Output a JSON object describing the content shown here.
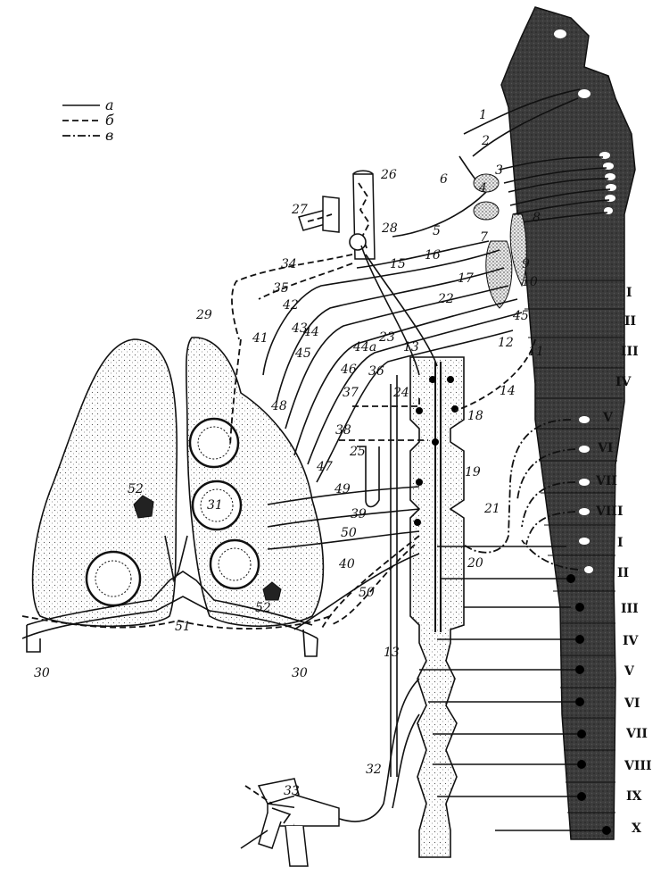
{
  "legend": [
    {
      "key": "a",
      "label": "а",
      "style": "solid"
    },
    {
      "key": "b",
      "label": "б",
      "style": "dashed"
    },
    {
      "key": "c",
      "label": "в",
      "style": "dash-dot"
    }
  ],
  "labels": {
    "n1": "1",
    "n2": "2",
    "n3": "3",
    "n4": "4",
    "n5": "5",
    "n6": "6",
    "n7": "7",
    "n8": "8",
    "n9": "9",
    "n10": "10",
    "n11": "11",
    "n12": "12",
    "n13": "13",
    "n13b": "13",
    "n14": "14",
    "n15": "15",
    "n16": "16",
    "n17": "17",
    "n18": "18",
    "n19": "19",
    "n20": "20",
    "n21": "21",
    "n22": "22",
    "n23": "23",
    "n24": "24",
    "n25": "25",
    "n26": "26",
    "n27": "27",
    "n28": "28",
    "n29": "29",
    "n30l": "30",
    "n30r": "30",
    "n31": "31",
    "n32": "32",
    "n33": "33",
    "n34": "34",
    "n35": "35",
    "n36": "36",
    "n37": "37",
    "n38": "38",
    "n39": "39",
    "n40": "40",
    "n41": "41",
    "n42": "42",
    "n43": "43",
    "n44": "44",
    "n44a": "44а",
    "n45": "45",
    "n45b": "45",
    "n46": "46",
    "n47": "47",
    "n48": "48",
    "n49": "49",
    "n50": "50",
    "n50b": "50",
    "n51": "51",
    "n52a": "52",
    "n52b": "52"
  },
  "segments_upper": [
    "I",
    "II",
    "III",
    "IV",
    "V",
    "VI",
    "VII",
    "VIII"
  ],
  "segments_lower": [
    "I",
    "II",
    "III",
    "IV",
    "V",
    "VI",
    "VII",
    "VIII",
    "IX",
    "X"
  ],
  "colors": {
    "ink": "#111111",
    "cord": "#3a3a3a",
    "paper": "#ffffff"
  }
}
